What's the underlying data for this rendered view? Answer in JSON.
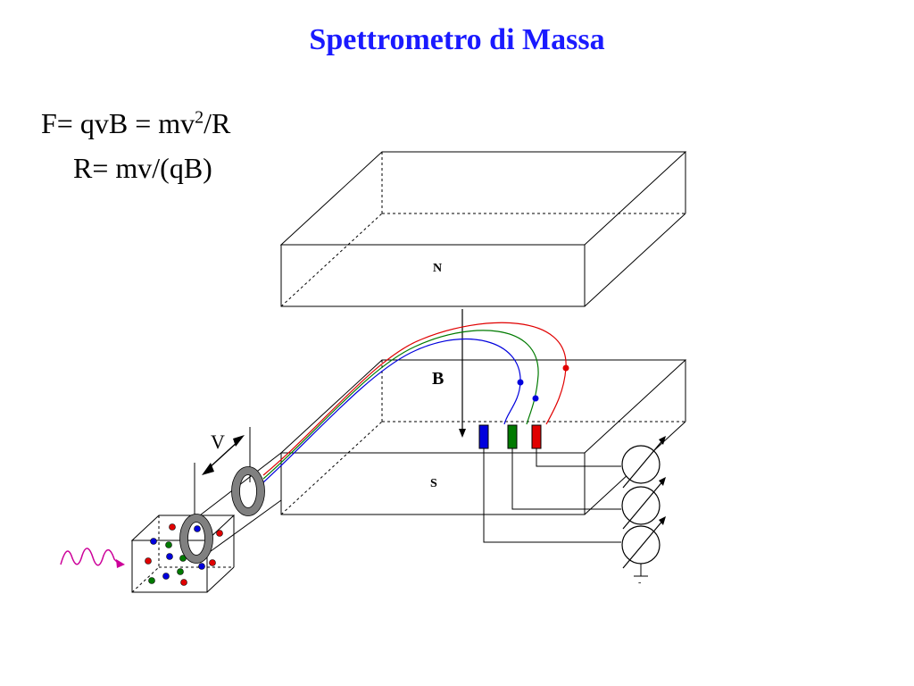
{
  "title": "Spettrometro di Massa",
  "formula1": {
    "lhs": "F= qvB = mv",
    "exp": "2",
    "rhs": "/R"
  },
  "formula2": "R= mv/(qB)",
  "labels": {
    "north": "N",
    "south": "S",
    "field": "B",
    "voltage": "V",
    "ground": "-"
  },
  "colors": {
    "title": "#1a1aff",
    "ion_blue": "#0000dd",
    "ion_green": "#007a00",
    "ion_red": "#e00000",
    "wave": "#cc0099",
    "ring": "#808080"
  }
}
